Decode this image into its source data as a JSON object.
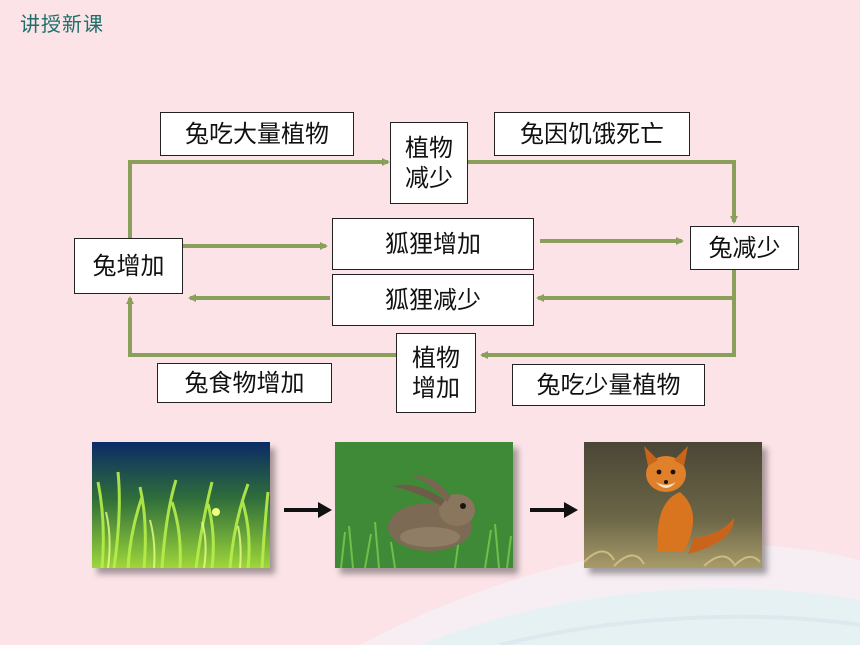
{
  "header": {
    "title": "讲授新课"
  },
  "boxes": {
    "rabbit_eat_many": "兔吃大量植物",
    "plants_decrease_1": "植物",
    "plants_decrease_2": "减少",
    "rabbit_starve": "兔因饥饿死亡",
    "rabbit_increase": "兔增加",
    "fox_increase": "狐狸增加",
    "rabbit_decrease": "兔减少",
    "fox_decrease": "狐狸减少",
    "plants_increase_1": "植物",
    "plants_increase_2": "增加",
    "rabbit_food_increase": "兔食物增加",
    "rabbit_eat_less": "兔吃少量植物"
  },
  "food_chain": {
    "icons": [
      "grass-photo",
      "rabbit-photo",
      "fox-photo"
    ]
  },
  "colors": {
    "arrow": "#8aa05a",
    "background": "#fbe3e7",
    "header": "#1d6f6a"
  }
}
